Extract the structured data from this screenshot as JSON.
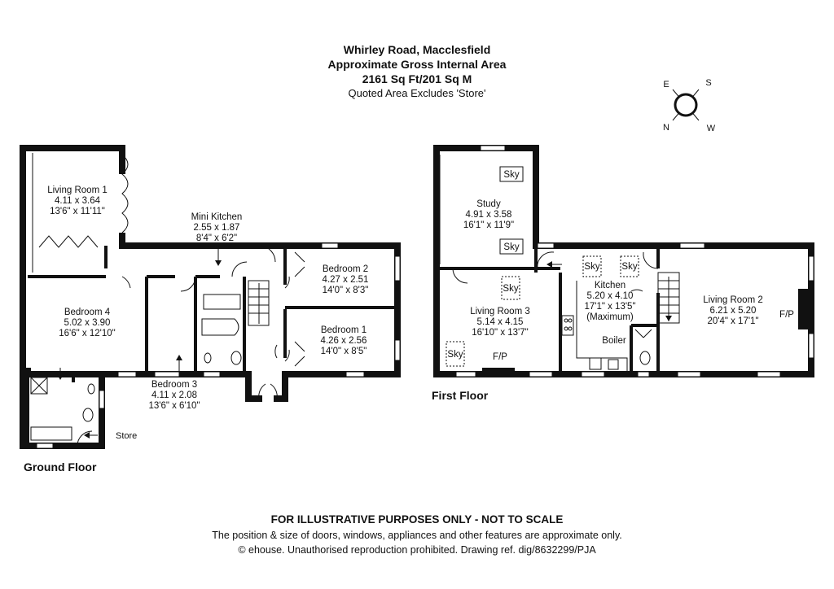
{
  "header": {
    "address": "Whirley Road, Macclesfield",
    "area_title": "Approximate Gross Internal Area",
    "area_value": "2161 Sq Ft/201 Sq M",
    "area_note": "Quoted Area Excludes 'Store'"
  },
  "compass": {
    "e": "E",
    "s": "S",
    "n": "N",
    "w": "W"
  },
  "ground_floor": {
    "label": "Ground Floor",
    "rooms": {
      "living1": {
        "name": "Living Room 1",
        "metric": "4.11 x 3.64",
        "imperial": "13'6\" x 11'11\""
      },
      "mini_kitchen": {
        "name": "Mini Kitchen",
        "metric": "2.55 x 1.87",
        "imperial": "8'4\" x 6'2\""
      },
      "bedroom2": {
        "name": "Bedroom 2",
        "metric": "4.27 x 2.51",
        "imperial": "14'0\" x 8'3\""
      },
      "bedroom4": {
        "name": "Bedroom 4",
        "metric": "5.02 x 3.90",
        "imperial": "16'6\" x 12'10\""
      },
      "bedroom1": {
        "name": "Bedroom 1",
        "metric": "4.26 x 2.56",
        "imperial": "14'0\" x 8'5\""
      },
      "bedroom3": {
        "name": "Bedroom 3",
        "metric": "4.11 x 2.08",
        "imperial": "13'6\" x 6'10\""
      }
    },
    "store_label": "Store"
  },
  "first_floor": {
    "label": "First Floor",
    "rooms": {
      "study": {
        "name": "Study",
        "metric": "4.91 x 3.58",
        "imperial": "16'1\" x 11'9\""
      },
      "living3": {
        "name": "Living Room 3",
        "metric": "5.14 x 4.15",
        "imperial": "16'10\" x 13'7\""
      },
      "kitchen": {
        "name": "Kitchen",
        "metric": "5.20 x 4.10",
        "imperial": "17'1\" x 13'5\"",
        "note": "(Maximum)"
      },
      "living2": {
        "name": "Living Room 2",
        "metric": "6.21 x 5.20",
        "imperial": "20'4\" x 17'1\""
      }
    },
    "sky": "Sky",
    "fp": "F/P",
    "boiler": "Boiler"
  },
  "footer": {
    "disclaimer": "FOR ILLUSTRATIVE PURPOSES ONLY - NOT TO SCALE",
    "note": "The position & size of doors, windows, appliances and other features are approximate only.",
    "copyright": "© ehouse. Unauthorised reproduction prohibited. Drawing ref. dig/8632299/PJA"
  }
}
